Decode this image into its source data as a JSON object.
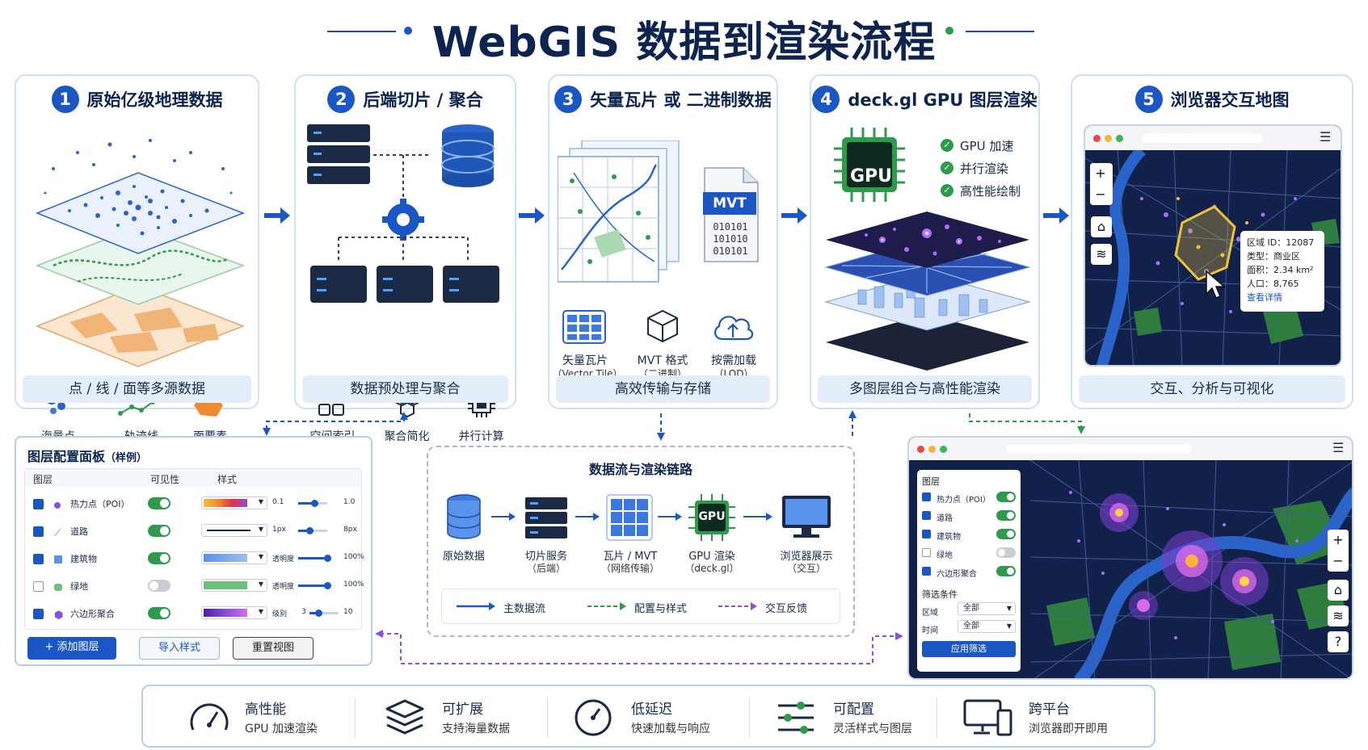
{
  "title": "WebGIS 数据到渲染流程",
  "stages": [
    {
      "num": "1",
      "title": "原始亿级地理数据",
      "items": [
        "海量点",
        "轨迹线",
        "面要素"
      ],
      "footer": "点 / 线 / 面等多源数据"
    },
    {
      "num": "2",
      "title": "后端切片 / 聚合",
      "items": [
        "空间索引",
        "聚合简化",
        "并行计算"
      ],
      "footer": "数据预处理与聚合"
    },
    {
      "num": "3",
      "title": "矢量瓦片 或 二进制数据",
      "items": [
        "矢量瓦片",
        "MVT 格式",
        "按需加载"
      ],
      "items_sub": [
        "（Vector Tile）",
        "（二进制）",
        "（LOD）"
      ],
      "mvt_label": "MVT",
      "mvt_bits": [
        "010101",
        "101010",
        "010101"
      ],
      "footer": "高效传输与存储"
    },
    {
      "num": "4",
      "title": "deck.gl GPU 图层渲染",
      "chip_label": "GPU",
      "checks": [
        "GPU 加速",
        "并行渲染",
        "高性能绘制"
      ],
      "footer": "多图层组合与高性能渲染"
    },
    {
      "num": "5",
      "title": "浏览器交互地图",
      "tooltip": {
        "lines": [
          "区域 ID：12087",
          "类型：商业区",
          "面积：2.34 km²",
          "人口：8,765"
        ],
        "link": "查看详情"
      },
      "controls": [
        "+",
        "−",
        "⌂",
        "≋"
      ],
      "footer": "交互、分析与可视化"
    }
  ],
  "layer_panel": {
    "title": "图层配置面板",
    "title_note": "（样例）",
    "headers": [
      "图层",
      "可见性",
      "样式"
    ],
    "rows": [
      {
        "name": "热力点（POI）",
        "visible": true,
        "checked": true,
        "min": "0.1",
        "max": "1.0",
        "level": 0.55
      },
      {
        "name": "道路",
        "visible": true,
        "checked": true,
        "min": "1px",
        "max": "8px",
        "level": 0.4
      },
      {
        "name": "建筑物",
        "visible": true,
        "checked": true,
        "min": "透明度",
        "max": "100%",
        "level": 1.0
      },
      {
        "name": "绿地",
        "visible": false,
        "checked": false,
        "min": "透明度",
        "max": "100%",
        "level": 1.0
      },
      {
        "name": "六边形聚合",
        "visible": true,
        "checked": true,
        "min": "级别",
        "mid": "3",
        "max": "10",
        "level": 0.3
      }
    ],
    "buttons": [
      "+ 添加图层",
      "导入样式",
      "重置视图"
    ]
  },
  "flow": {
    "title": "数据流与渲染链路",
    "steps": [
      {
        "label": "原始数据",
        "sub": ""
      },
      {
        "label": "切片服务",
        "sub": "（后端）"
      },
      {
        "label": "瓦片 / MVT",
        "sub": "（网络传输）"
      },
      {
        "label": "GPU 渲染",
        "sub": "（deck.gl）"
      },
      {
        "label": "浏览器展示",
        "sub": "（交互）"
      }
    ],
    "gpu_label": "GPU",
    "legend": [
      "主数据流",
      "配置与样式",
      "交互反馈"
    ]
  },
  "browser_panel": {
    "layers_title": "图层",
    "layers": [
      {
        "name": "热力点（POI）",
        "checked": true,
        "on": true
      },
      {
        "name": "道路",
        "checked": true,
        "on": true
      },
      {
        "name": "建筑物",
        "checked": true,
        "on": true
      },
      {
        "name": "绿地",
        "checked": false,
        "on": false
      },
      {
        "name": "六边形聚合",
        "checked": true,
        "on": true
      }
    ],
    "filter_title": "筛选条件",
    "filters": [
      {
        "label": "区域",
        "value": "全部"
      },
      {
        "label": "时间",
        "value": "全部"
      }
    ],
    "apply": "应用筛选",
    "controls": [
      "+",
      "−",
      "⌂",
      "≋",
      "?"
    ]
  },
  "features": [
    {
      "title": "高性能",
      "sub": "GPU 加速渲染",
      "icon": "gauge-icon"
    },
    {
      "title": "可扩展",
      "sub": "支持海量数据",
      "icon": "layers-icon"
    },
    {
      "title": "低延迟",
      "sub": "快速加载与响应",
      "icon": "clock-icon"
    },
    {
      "title": "可配置",
      "sub": "灵活样式与图层",
      "icon": "sliders-icon"
    },
    {
      "title": "跨平台",
      "sub": "浏览器即开即用",
      "icon": "devices-icon"
    }
  ],
  "colors": {
    "primary": "#1a56c4",
    "navy": "#0d2450",
    "green": "#2e9a4c",
    "purple": "#8a4fd8",
    "map": "#12214a"
  }
}
